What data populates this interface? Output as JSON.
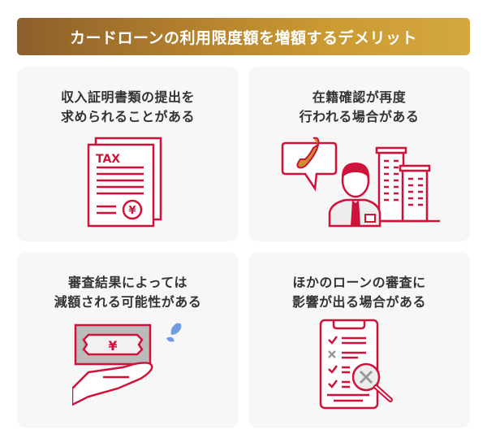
{
  "header": {
    "title": "カードローンの利用限度額を増額するデメリット"
  },
  "colors": {
    "banner_gradient_start": "#8b5f2b",
    "banner_gradient_end": "#d4a740",
    "icon_red": "#d0113a",
    "icon_gold": "#c9902a",
    "icon_gray": "#999999",
    "drop_blue": "#6f9ce0",
    "panel_bg": "#f7f7f7",
    "text": "#333333"
  },
  "panels": [
    {
      "lines": [
        "収入証明書類の提出を",
        "求められることがある"
      ],
      "icon": "tax-document-icon",
      "icon_text": "TAX",
      "icon_symbol": "¥"
    },
    {
      "lines": [
        "在籍確認が再度",
        "行われる場合がある"
      ],
      "icon": "phone-call-office-worker-icon"
    },
    {
      "lines": [
        "審査結果によっては",
        "減額される可能性がある"
      ],
      "icon": "hand-holding-banknote-icon",
      "icon_symbol": "¥"
    },
    {
      "lines": [
        "ほかのローンの審査に",
        "影響が出る場合がある"
      ],
      "icon": "checklist-magnifier-reject-icon"
    }
  ]
}
